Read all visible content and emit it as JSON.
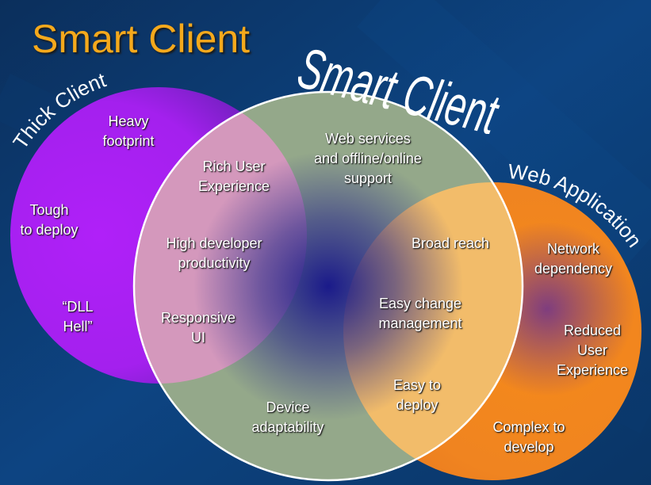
{
  "title": "Smart Client",
  "colors": {
    "background": "#0a3a6e",
    "title": "#f5a91c",
    "thick_client": "#a820f0",
    "smart_client": "#94a88a",
    "web_application": "#f08a1c",
    "center_glow": "#1a2a8a"
  },
  "diagram": {
    "type": "venn",
    "sets": [
      {
        "name": "Thick Client",
        "label": "Thick Client"
      },
      {
        "name": "Smart Client",
        "label": "Smart Client"
      },
      {
        "name": "Web Application",
        "label": "Web Application"
      }
    ],
    "regions": {
      "thick_only": [
        "Heavy\nfootprint",
        "Tough\nto deploy",
        "“DLL\nHell”"
      ],
      "thick_smart": [
        "Rich User\nExperience",
        "High developer\nproductivity",
        "Responsive\nUI"
      ],
      "smart_only": [
        "Web services\nand offline/online\nsupport",
        "Device\nadaptability"
      ],
      "smart_web": [
        "Broad reach",
        "Easy change\nmanagement",
        "Easy to\ndeploy"
      ],
      "web_only": [
        "Network\ndependency",
        "Reduced\nUser\nExperience",
        "Complex to\ndevelop"
      ]
    }
  }
}
